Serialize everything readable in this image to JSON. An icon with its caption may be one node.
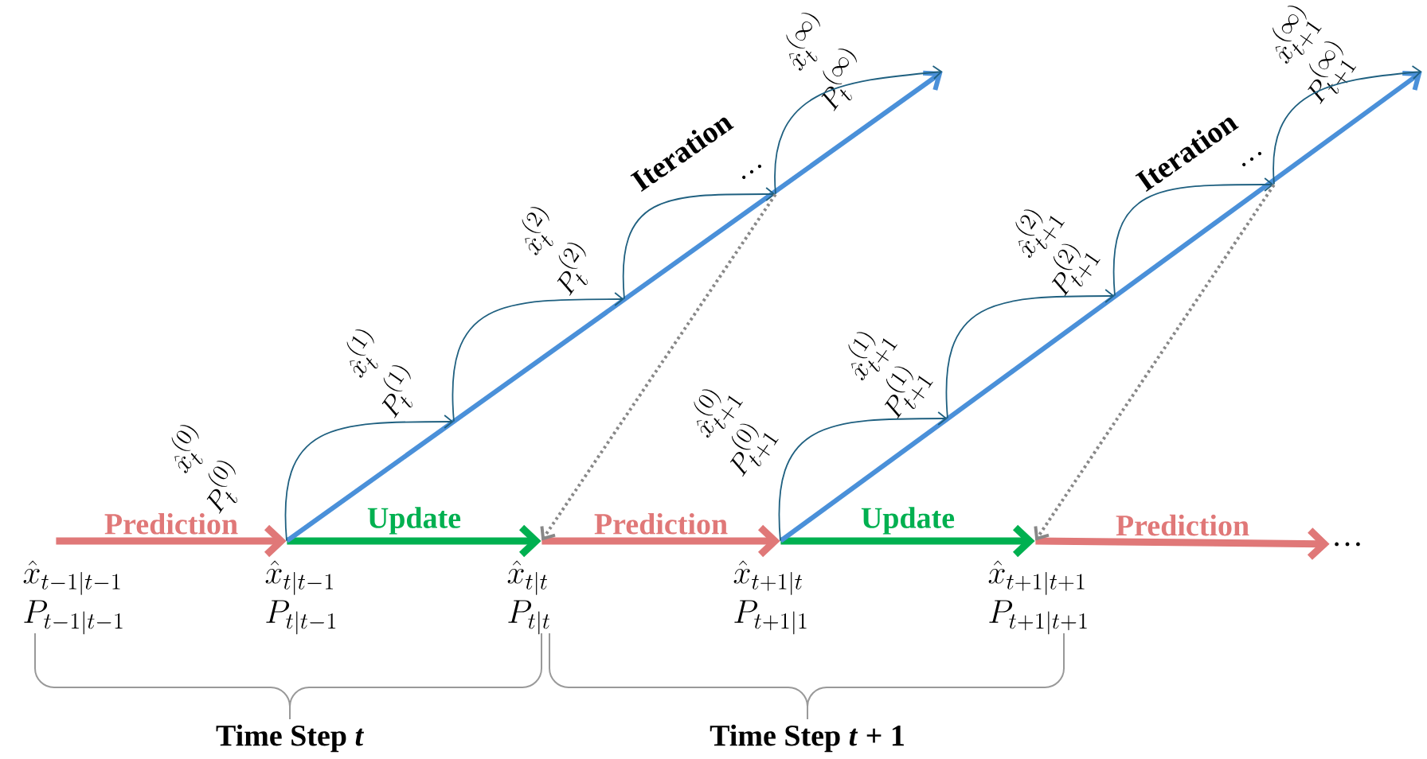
{
  "diagram": {
    "nodes": [
      {
        "text": [
          "\\hat{x}_{t-1|t-1}",
          "P_{t-1|t-1}"
        ]
      },
      {
        "text": [
          "\\hat{x}_{t|t-1}",
          "P_{t|t-1}"
        ],
        "beside": [
          "\\hat{x}_t^{(0)}",
          "P_t^{(0)}"
        ]
      },
      {
        "text": [
          "\\hat{x}_{t|t}",
          "P_{t|t}"
        ]
      },
      {
        "text": [
          "\\hat{x}_{t+1|t}",
          "P_{t+1|1}"
        ],
        "beside": [
          "\\hat{x}_{t+1}^{(0)}",
          "P_{t+1}^{(0)}"
        ]
      },
      {
        "text": [
          "\\hat{x}_{t+1|t+1}",
          "P_{t+1|t+1}"
        ]
      },
      {
        "text": [
          "…"
        ]
      },
      {
        "text": [
          "\\hat{x}_t^{(1)}",
          "P_t^{(1)}"
        ]
      },
      {
        "text": [
          "\\hat{x}_t^{(2)}",
          "P_t^{(2)}"
        ]
      },
      {
        "text": [
          "…"
        ]
      },
      {
        "text": [
          "\\hat{x}_t^{(\\infty)}",
          "P_t^{(\\infty)}"
        ]
      },
      {
        "text": [
          "\\hat{x}_{t+1}^{(1)}",
          "P_{t+1}^{(1)}"
        ]
      },
      {
        "text": [
          "\\hat{x}_{t+1}^{(2)}",
          "P_{t+1}^{(2)}"
        ]
      },
      {
        "text": [
          "…"
        ]
      },
      {
        "text": [
          "\\hat{x}_{t+1}^{(\\infty)}",
          "P_{t+1}^{(\\infty)}"
        ]
      }
    ],
    "edges": [
      {
        "from": 0,
        "to": 1,
        "arrow": "to",
        "label": "Prediction",
        "style": "thick",
        "color": "#e07878"
      },
      {
        "from": 1,
        "to": 2,
        "arrow": "to",
        "label": "Update",
        "style": "thick",
        "color": "#00b050"
      },
      {
        "from": 2,
        "to": 3,
        "arrow": "to",
        "label": "Prediction",
        "style": "thick",
        "color": "#e07878"
      },
      {
        "from": 3,
        "to": 4,
        "arrow": "to",
        "label": "Update",
        "style": "thick",
        "color": "#00b050"
      },
      {
        "from": 4,
        "to": 5,
        "arrow": "to",
        "label": "Prediction",
        "style": "thick",
        "color": "#e07878"
      },
      {
        "from": 1,
        "to": 9,
        "arrow": "to",
        "color": "#4a90d9"
      },
      {
        "from": 3,
        "to": 13,
        "arrow": "to",
        "color": "#4a90d9"
      },
      {
        "from": 1,
        "to": 6,
        "arrow": "to"
      },
      {
        "from": 6,
        "to": 7,
        "arrow": "to"
      },
      {
        "from": 7,
        "to": 8,
        "arrow": "to"
      },
      {
        "from": 8,
        "to": 9,
        "arrow": "to"
      },
      {
        "from": 3,
        "to": 10,
        "arrow": "to"
      },
      {
        "from": 10,
        "to": 11,
        "arrow": "to"
      },
      {
        "from": 11,
        "to": 12,
        "arrow": "to"
      },
      {
        "from": 12,
        "to": 13,
        "arrow": "to"
      },
      {
        "from": 8,
        "to": 2,
        "arrow": "to",
        "style": "dashed",
        "color": "#888888"
      },
      {
        "from": 12,
        "to": 4,
        "arrow": "to",
        "style": "dashed",
        "color": "#888888"
      }
    ],
    "labels": [
      "Iteration",
      "Iteration",
      "Time Step *t*",
      "Time Step *t* + 1"
    ]
  }
}
